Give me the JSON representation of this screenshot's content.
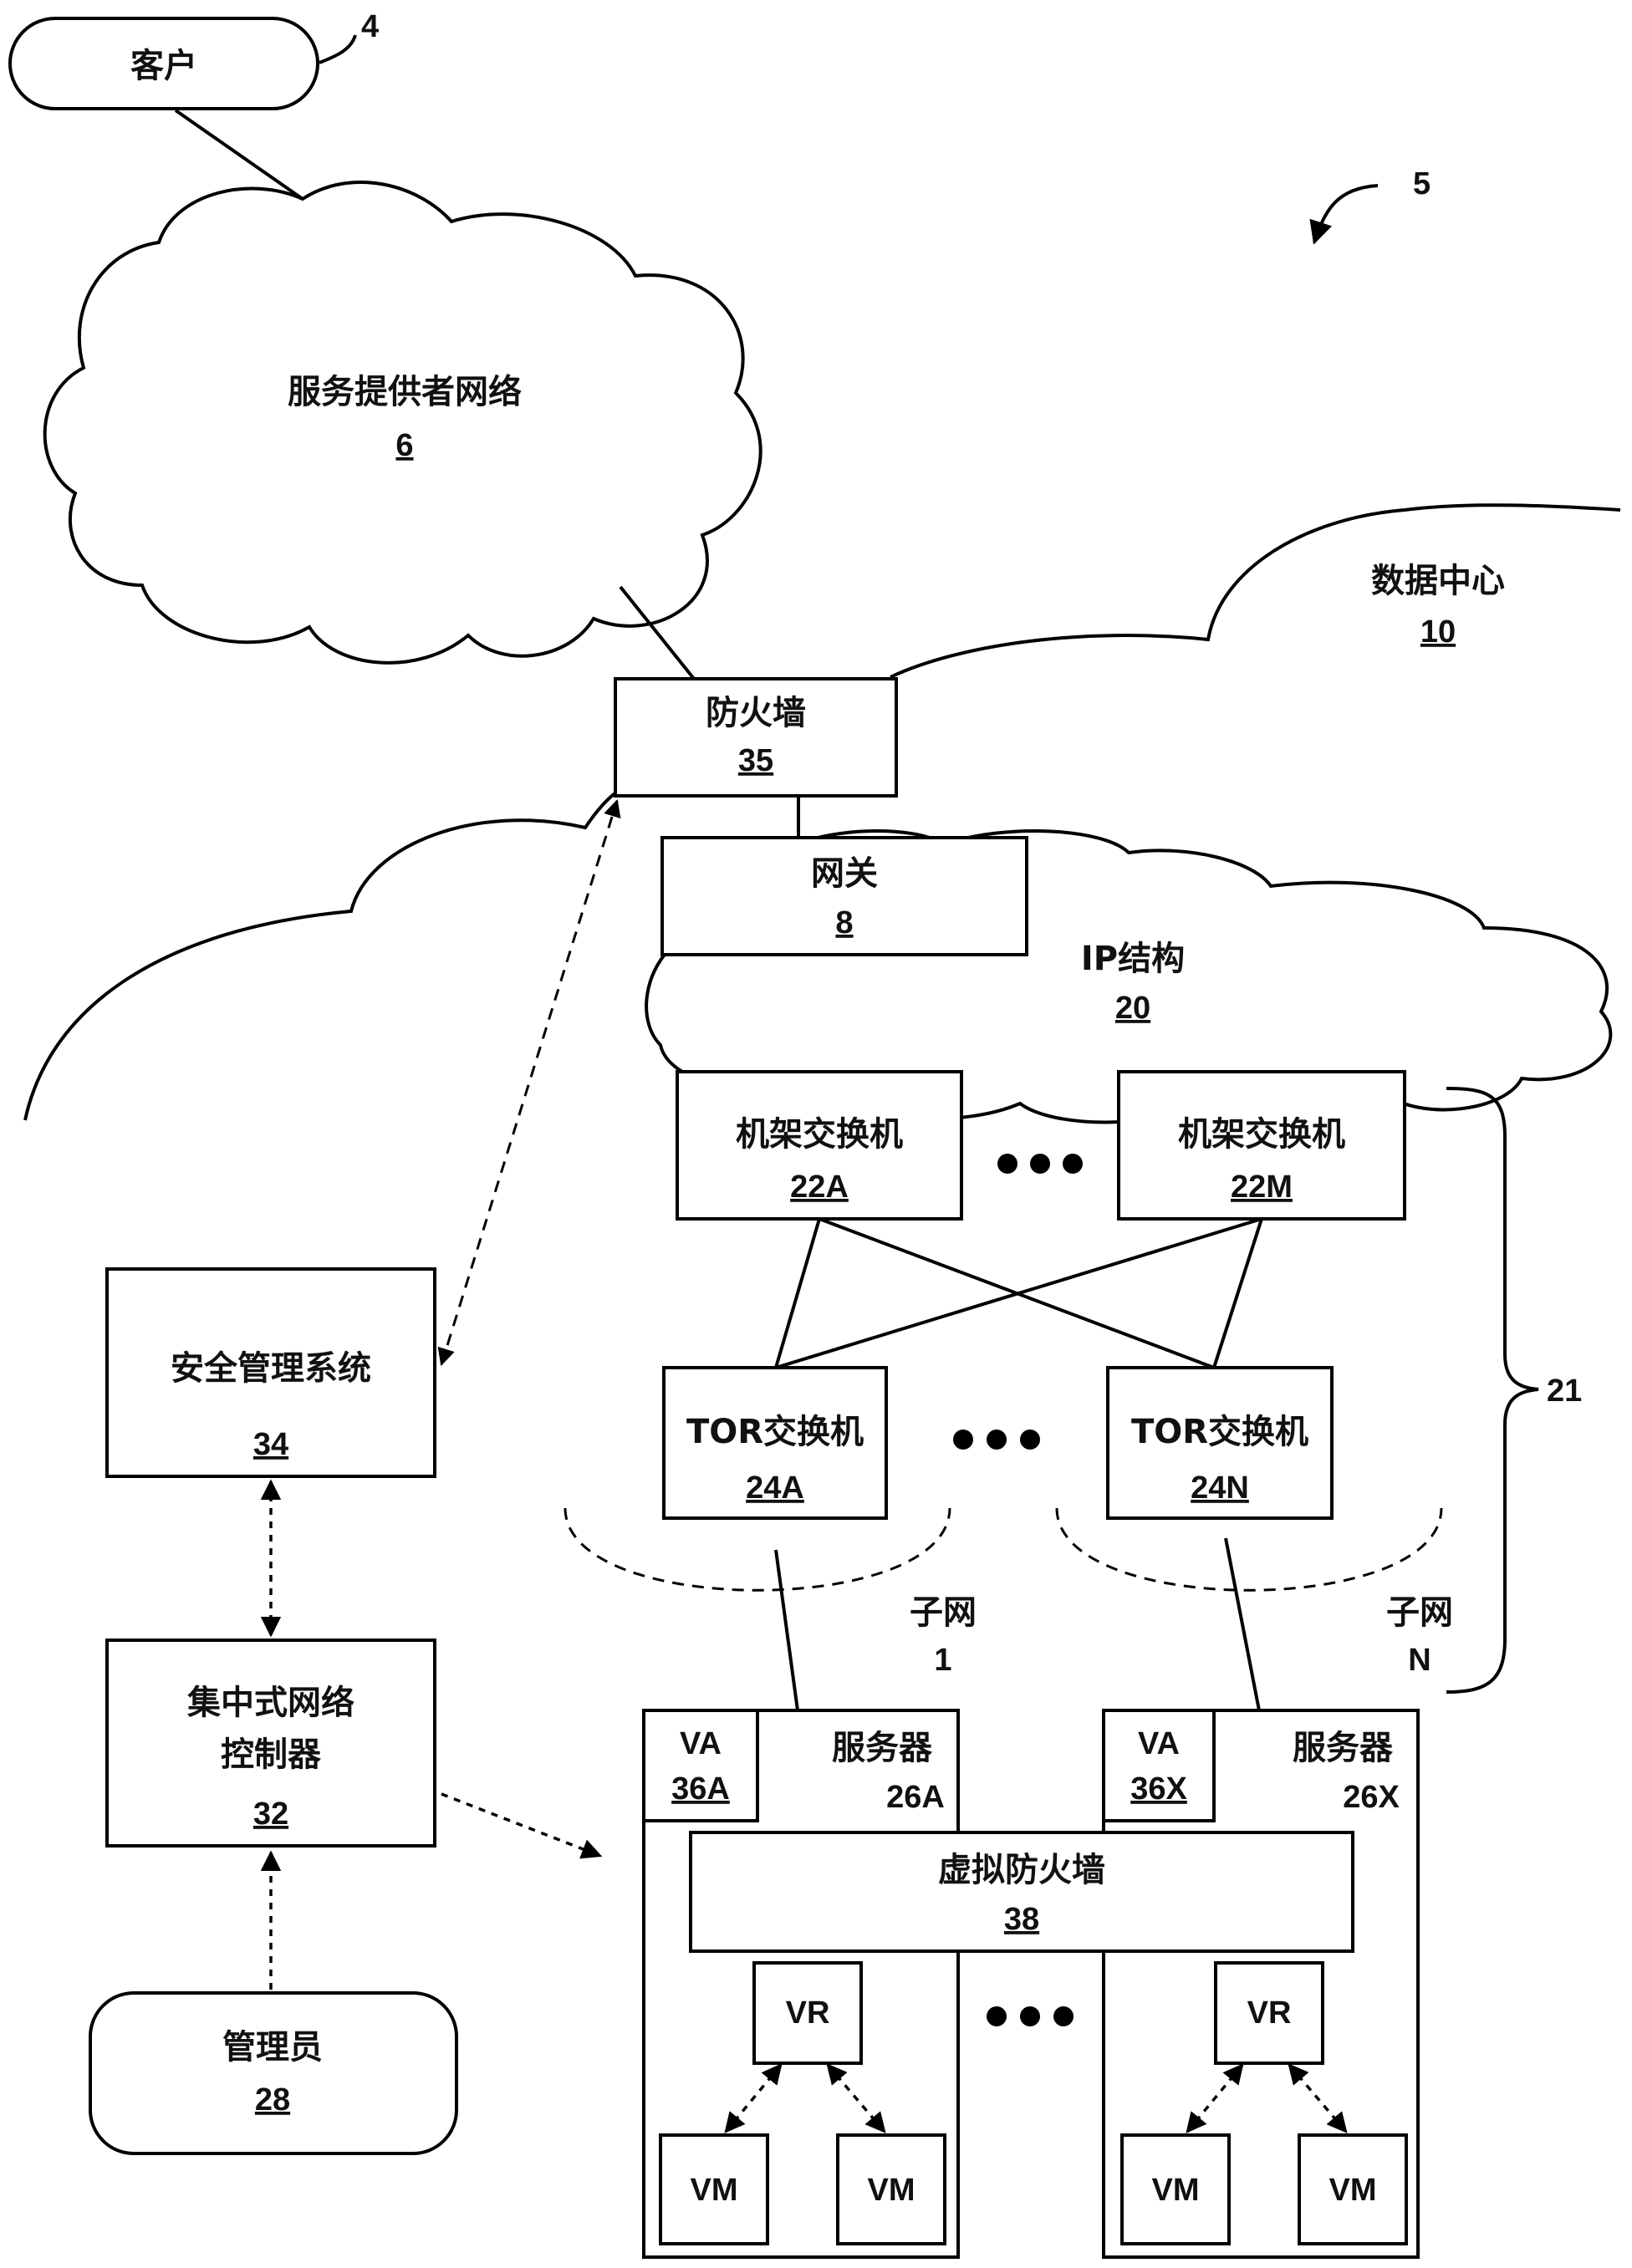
{
  "customer": {
    "label": "客户",
    "ref": "4"
  },
  "system_ref": "5",
  "sp_network": {
    "label": "服务提供者网络",
    "ref": "6"
  },
  "datacenter": {
    "label": "数据中心",
    "ref": "10"
  },
  "firewall": {
    "label": "防火墙",
    "ref": "35"
  },
  "gateway": {
    "label": "网关",
    "ref": "8"
  },
  "ip_fabric": {
    "label": "IP结构",
    "ref": "20"
  },
  "chassis_a": {
    "label": "机架交换机",
    "ref": "22A"
  },
  "chassis_m": {
    "label": "机架交换机",
    "ref": "22M"
  },
  "tor_a": {
    "label": "TOR交换机",
    "ref": "24A"
  },
  "tor_n": {
    "label": "TOR交换机",
    "ref": "24N"
  },
  "switch_group_ref": "21",
  "subnet_1": {
    "label": "子网",
    "ref": "1"
  },
  "subnet_n": {
    "label": "子网",
    "ref": "N"
  },
  "security_mgmt": {
    "label": "安全管理系统",
    "ref": "34"
  },
  "controller": {
    "label_line1": "集中式网络",
    "label_line2": "控制器",
    "ref": "32"
  },
  "admin": {
    "label": "管理员",
    "ref": "28"
  },
  "server_a": {
    "label": "服务器",
    "ref": "26A",
    "va_label": "VA",
    "va_ref": "36A"
  },
  "server_x": {
    "label": "服务器",
    "ref": "26X",
    "va_label": "VA",
    "va_ref": "36X"
  },
  "virtual_firewall": {
    "label": "虚拟防火墙",
    "ref": "38"
  },
  "vr_label": "VR",
  "vm_label": "VM"
}
